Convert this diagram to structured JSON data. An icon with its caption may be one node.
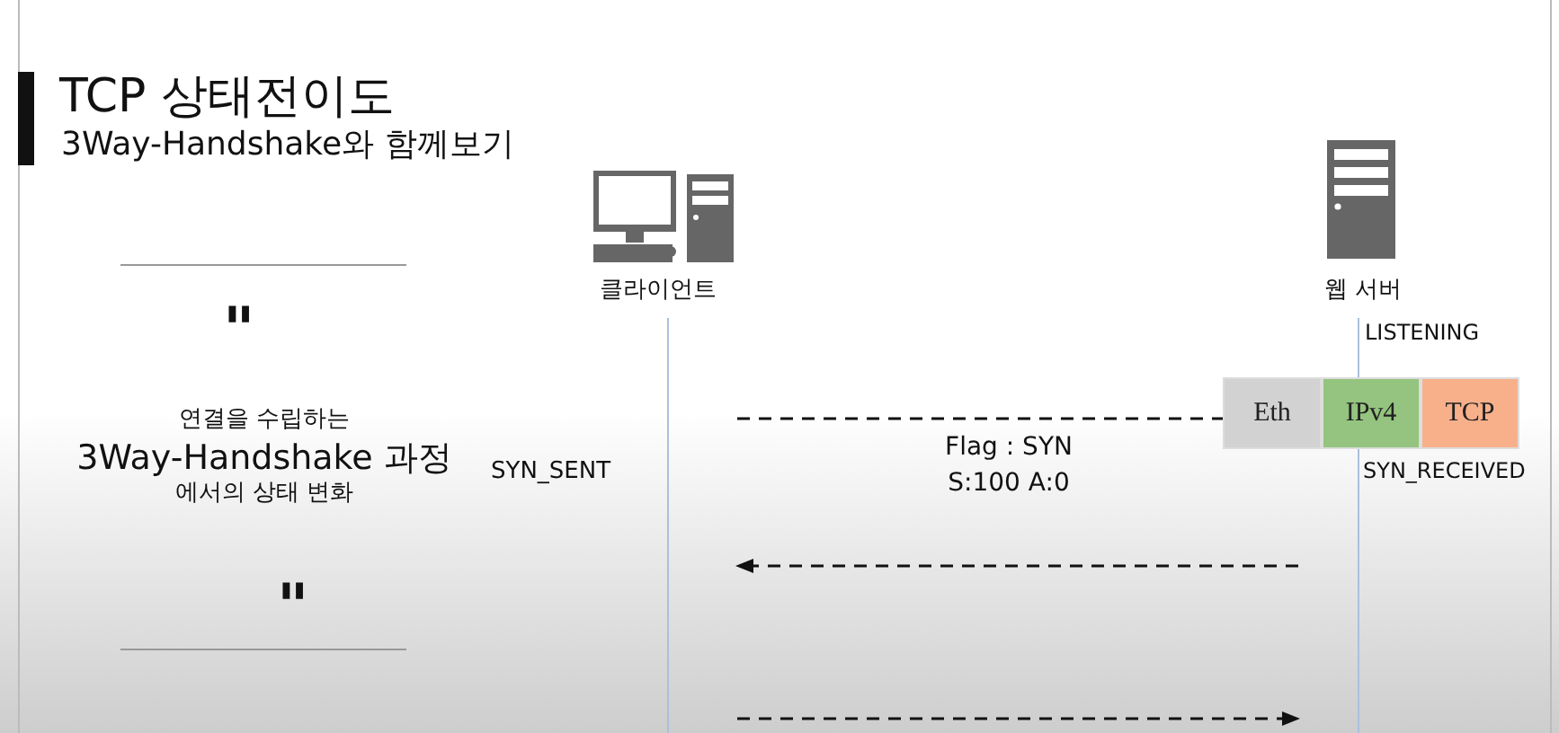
{
  "diagram": {
    "title": "TCP 상태전이도",
    "nodes": [
      {
        "text": [
          "클라이언트"
        ]
      },
      {
        "text": [
          "웹 서버"
        ]
      },
      {
        "text": [],
        "shape": "box"
      },
      {
        "text": [
          "Eth"
        ],
        "in": 2
      },
      {
        "text": [
          "IPv4"
        ],
        "in": 2
      },
      {
        "text": [
          "TCP"
        ],
        "in": 2
      }
    ],
    "edges": [
      {
        "from": 0,
        "to": 2,
        "arrow": "none",
        "style": "dashed",
        "label": "Flag : SYN S:100 A:0"
      },
      {
        "from": 1,
        "to": 0,
        "arrow": "to",
        "style": "dashed"
      },
      {
        "from": 0,
        "to": 1,
        "arrow": "to",
        "style": "dashed"
      }
    ],
    "labels": [
      "3Way-Handshake와 함께보기",
      "\"",
      "연결을 수립하는",
      "3Way-Handshake 과정",
      "에서의 상태 변화",
      "\"",
      "LISTENING",
      "SYN_SENT",
      "SYN_RECEIVED"
    ]
  }
}
